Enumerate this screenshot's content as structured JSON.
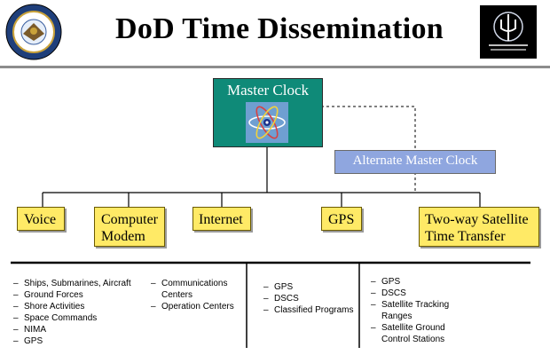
{
  "title": "DoD Time Dissemination",
  "logos": {
    "left_seal": "seal-icon",
    "right_emblem": "trident-emblem-icon"
  },
  "master_clock": {
    "label": "Master Clock",
    "icon": "atom-icon"
  },
  "alternate_master_clock": {
    "label": "Alternate Master Clock"
  },
  "categories": [
    {
      "label": "Voice"
    },
    {
      "label_line1": "Computer",
      "label_line2": "Modem"
    },
    {
      "label": "Internet"
    },
    {
      "label": "GPS"
    },
    {
      "label_line1": "Two-way Satellite",
      "label_line2": "Time Transfer"
    }
  ],
  "lists": {
    "col1": [
      "Ships, Submarines, Aircraft",
      "Ground Forces",
      "Shore Activities",
      "Space Commands",
      "NIMA",
      "GPS"
    ],
    "col2": [
      {
        "line1": "Communications",
        "line2": "Centers"
      },
      {
        "line1": "Operation Centers"
      }
    ],
    "col3": [
      "GPS",
      "DSCS",
      "Classified Programs"
    ],
    "col4": [
      {
        "line1": "GPS"
      },
      {
        "line1": "DSCS"
      },
      {
        "line1": "Satellite Tracking",
        "line2": "Ranges"
      },
      {
        "line1": "Satellite Ground",
        "line2": "Control Stations"
      }
    ]
  },
  "colors": {
    "master_box": "#0f8a78",
    "alternate_box": "#8fa6df",
    "category_box": "#ffea66"
  }
}
